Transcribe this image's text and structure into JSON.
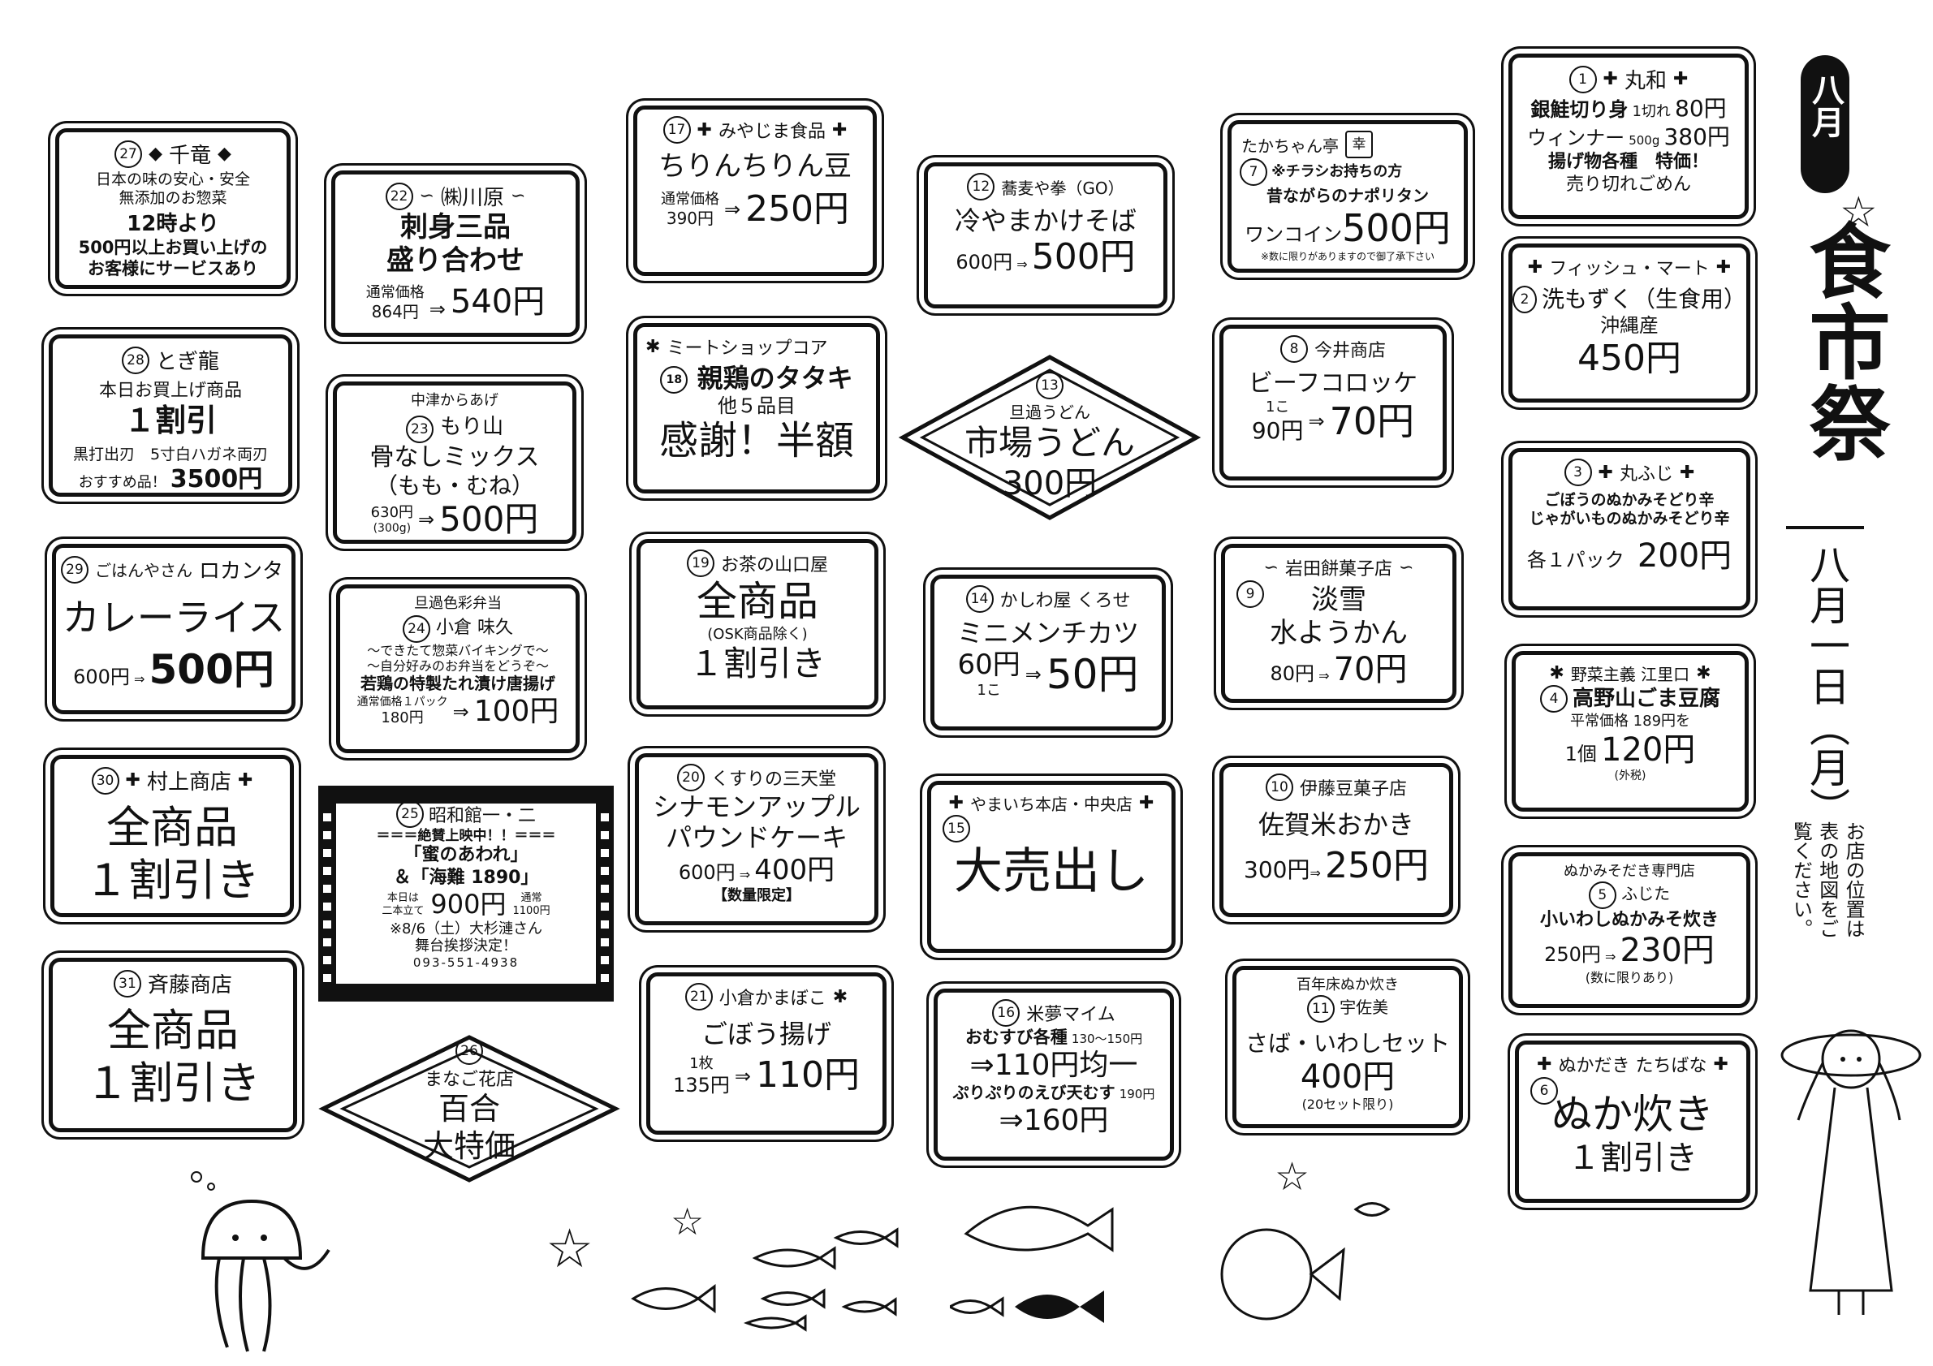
{
  "title": {
    "month": "八月",
    "name": "食市祭",
    "date": "八月一日（月）",
    "note": "お店の位置は表の地図をご覧ください。"
  },
  "shops": {
    "s1": {
      "n": "1",
      "name": "丸和",
      "l1": "銀鮭切り身",
      "l1a": "1切れ",
      "l1b": "80円",
      "l2": "ウィンナー",
      "l2a": "500g",
      "l2b": "380円",
      "l3": "揚げ物各種　特価！",
      "l4": "売り切れごめん"
    },
    "s2": {
      "n": "2",
      "name": "フィッシュ・マート",
      "l1": "洗もずく（生食用）",
      "l2": "沖縄産",
      "l3": "450円"
    },
    "s3": {
      "n": "3",
      "name": "丸ふじ",
      "l1": "ごぼうのぬかみそどり辛",
      "l2": "じゃがいものぬかみそどり辛",
      "l3": "各１パック",
      "l4": "200円"
    },
    "s4": {
      "n": "4",
      "name": "野菜主義 江里口",
      "l1": "高野山ごま豆腐",
      "l2": "平常価格 189円を",
      "l3": "1個",
      "l4": "120円",
      "l5": "(外税)"
    },
    "s5": {
      "n": "5",
      "name": "ぬかみそだき専門店",
      "name2": "ふじた",
      "l1": "小いわしぬかみそ炊き",
      "l2": "250円",
      "l3": "230円",
      "l4": "(数に限りあり)"
    },
    "s6": {
      "n": "6",
      "name": "ぬかだき たちばな",
      "l1": "ぬか炊き",
      "l2": "１割引き"
    },
    "s7": {
      "n": "7",
      "name": "たかちゃん亭",
      "name2": "幸",
      "l1": "※チラシお持ちの方",
      "l2": "昔ながらのナポリタン",
      "l3": "ワンコイン",
      "l4": "500円",
      "l5": "※数に限りがありますので御了承下さい"
    },
    "s8": {
      "n": "8",
      "name": "今井商店",
      "l1": "ビーフコロッケ",
      "l2": "1こ",
      "l3": "90円",
      "l4": "70円"
    },
    "s9": {
      "n": "9",
      "name": "岩田餅菓子店",
      "l1": "淡雪",
      "l2": "水ようかん",
      "l3": "80円",
      "l4": "70円"
    },
    "s10": {
      "n": "10",
      "name": "伊藤豆菓子店",
      "l1": "佐賀米おかき",
      "l2": "300円",
      "l3": "250円"
    },
    "s11": {
      "n": "11",
      "name": "百年床ぬか炊き",
      "name2": "宇佐美",
      "l1": "さば・いわしセット",
      "l2": "400円",
      "l3": "(20セット限り)"
    },
    "s12": {
      "n": "12",
      "name": "蕎麦や拳（GO）",
      "l1": "冷やまかけそば",
      "l2": "600円",
      "l3": "500円"
    },
    "s13": {
      "n": "13",
      "name": "旦過うどん",
      "l1": "市場うどん",
      "l2": "300円"
    },
    "s14": {
      "n": "14",
      "name": "かしわ屋 くろせ",
      "l1": "ミニメンチカツ",
      "l2": "60円",
      "l3": "1こ",
      "l4": "50円"
    },
    "s15": {
      "n": "15",
      "name": "やまいち本店・中央店",
      "l1": "大売出し"
    },
    "s16": {
      "n": "16",
      "name": "米夢マイム",
      "l1": "おむすび各種",
      "l1a": "130～150円",
      "l2": "110円均一",
      "l3": "ぷりぷりのえび天むす",
      "l3a": "190円",
      "l4": "160円"
    },
    "s17": {
      "n": "17",
      "name": "みやじま食品",
      "l1": "ちりんちりん豆",
      "l2": "通常価格",
      "l3": "390円",
      "l4": "250円"
    },
    "s18": {
      "n": "18",
      "name": "ミートショップコア",
      "l1": "親鶏のタタキ",
      "l2": "他５品目",
      "l3": "感謝！半額"
    },
    "s19": {
      "n": "19",
      "name": "お茶の山口屋",
      "l1": "全商品",
      "l2": "(OSK商品除く)",
      "l3": "１割引き"
    },
    "s20": {
      "n": "20",
      "name": "くすりの三天堂",
      "l1": "シナモンアップル",
      "l2": "パウンドケーキ",
      "l3": "600円",
      "l4": "400円",
      "l5": "【数量限定】"
    },
    "s21": {
      "n": "21",
      "name": "小倉かまぼこ",
      "l1": "ごぼう揚げ",
      "l2": "1枚",
      "l3": "135円",
      "l4": "110円"
    },
    "s22": {
      "n": "22",
      "name": "㈱川原",
      "l1": "刺身三品",
      "l2": "盛り合わせ",
      "l3": "通常価格",
      "l4": "864円",
      "l5": "540円"
    },
    "s23": {
      "n": "23",
      "name": "中津からあげ",
      "name2": "もり山",
      "l1": "骨なしミックス",
      "l2": "（もも・むね）",
      "l3": "630円",
      "l4": "(300g)",
      "l5": "500円"
    },
    "s24": {
      "n": "24",
      "name": "旦過色彩弁当",
      "name2": "小倉 味久",
      "l1": "～できたて惣菜バイキングで～",
      "l2": "～自分好みのお弁当をどうぞ～",
      "l3": "若鶏の特製たれ漬け唐揚げ",
      "l4": "通常価格１パック",
      "l5": "180円",
      "l6": "100円"
    },
    "s25": {
      "n": "25",
      "name": "昭和館一・二",
      "l1": "＝＝＝絶賛上映中！！＝＝＝",
      "l2": "「蜜のあわれ」",
      "l3": "＆「海難 1890」",
      "l4": "本日は",
      "l5": "二本立て",
      "l6": "900円",
      "l7": "通常",
      "l8": "1100円",
      "l9": "※8/6（土）大杉漣さん",
      "l10": "舞台挨拶決定！",
      "l11": "093-551-4938"
    },
    "s26": {
      "n": "26",
      "name": "まなご花店",
      "l1": "百合",
      "l2": "大特価"
    },
    "s27": {
      "n": "27",
      "name": "千竜",
      "l1": "日本の味の安心・安全",
      "l2": "無添加のお惣菜",
      "l3": "12時より",
      "l4": "500円以上お買い上げの",
      "l5": "お客様にサービスあり"
    },
    "s28": {
      "n": "28",
      "name": "とぎ龍",
      "l1": "本日お買上げ商品",
      "l2": "１割引",
      "l3": "黒打出刃　5寸白ハガネ両刃",
      "l4": "おすすめ品！",
      "l5": "3500円"
    },
    "s29": {
      "n": "29",
      "name": "ごはんやさん",
      "name2": "ロカンタ",
      "l1": "カレーライス",
      "l2": "600円",
      "l3": "500円"
    },
    "s30": {
      "n": "30",
      "name": "村上商店",
      "l1": "全商品",
      "l2": "１割引き"
    },
    "s31": {
      "n": "31",
      "name": "斉藤商店",
      "l1": "全商品",
      "l2": "１割引き"
    }
  }
}
